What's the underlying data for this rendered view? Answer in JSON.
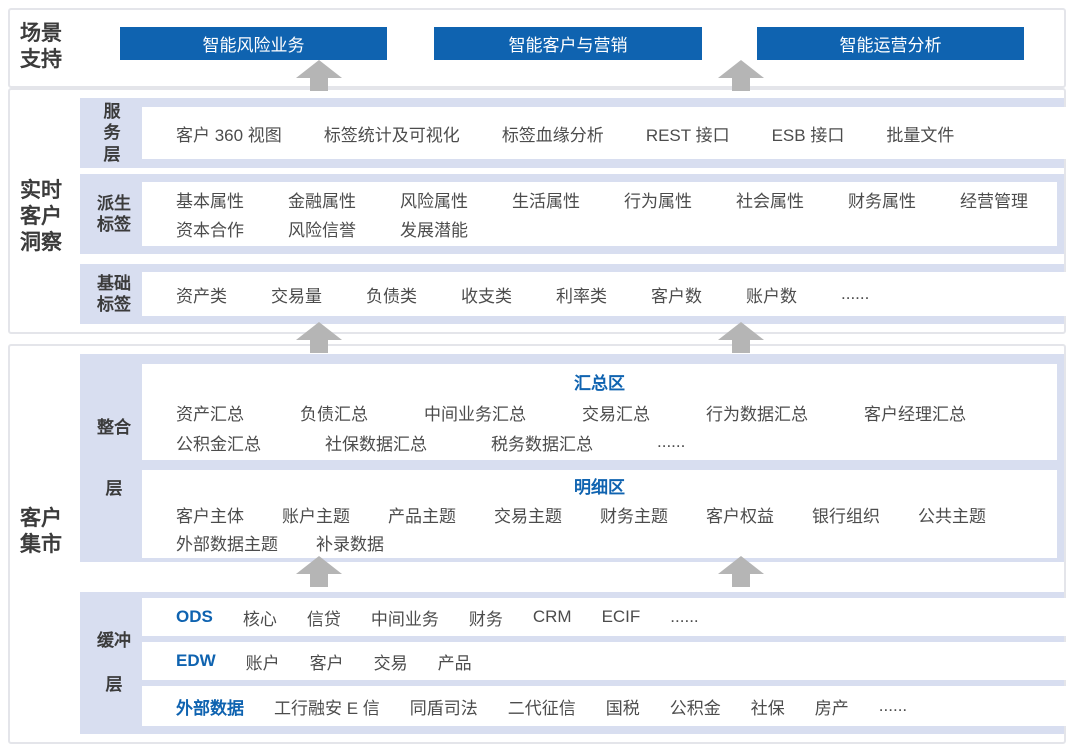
{
  "colors": {
    "accent_blue": "#0f63b0",
    "band_lavender": "#d8def0",
    "arrow_gray": "#b5b5b5"
  },
  "scene_support": {
    "label": "场景支持",
    "buttons": [
      "智能风险业务",
      "智能客户与营销",
      "智能运营分析"
    ]
  },
  "realtime_insight": {
    "label": "实时客户洞察",
    "service_row": {
      "label": "服务层",
      "items": [
        "客户 360 视图",
        "标签统计及可视化",
        "标签血缘分析",
        "REST 接口",
        "ESB 接口",
        "批量文件"
      ]
    },
    "derived_row": {
      "label": "派生标签",
      "line1": [
        "基本属性",
        "金融属性",
        "风险属性",
        "生活属性",
        "行为属性",
        "社会属性",
        "财务属性",
        "经营管理"
      ],
      "line2": [
        "资本合作",
        "风险信誉",
        "发展潜能"
      ]
    },
    "basic_row": {
      "label": "基础标签",
      "items": [
        "资产类",
        "交易量",
        "负债类",
        "收支类",
        "利率类",
        "客户数",
        "账户数",
        "......"
      ]
    }
  },
  "customer_mart": {
    "label": "客户集市",
    "integration_layer": {
      "label": "整合层",
      "summary_zone": {
        "title": "汇总区",
        "line1": [
          "资产汇总",
          "负债汇总",
          "中间业务汇总",
          "交易汇总",
          "行为数据汇总",
          "客户经理汇总"
        ],
        "line2": [
          "公积金汇总",
          "社保数据汇总",
          "税务数据汇总",
          "......"
        ]
      },
      "detail_zone": {
        "title": "明细区",
        "line1": [
          "客户主体",
          "账户主题",
          "产品主题",
          "交易主题",
          "财务主题",
          "客户权益",
          "银行组织",
          "公共主题"
        ],
        "line2": [
          "外部数据主题",
          "补录数据"
        ]
      }
    },
    "buffer_layer": {
      "label": "缓冲层",
      "ods_row": {
        "title": "ODS",
        "items": [
          "核心",
          "信贷",
          "中间业务",
          "财务",
          "CRM",
          "ECIF",
          "......"
        ]
      },
      "edw_row": {
        "title": "EDW",
        "items": [
          "账户",
          "客户",
          "交易",
          "产品"
        ]
      },
      "external_row": {
        "title": "外部数据",
        "items": [
          "工行融安 E 信",
          "同盾司法",
          "二代征信",
          "国税",
          "公积金",
          "社保",
          "房产",
          "......"
        ]
      }
    }
  }
}
